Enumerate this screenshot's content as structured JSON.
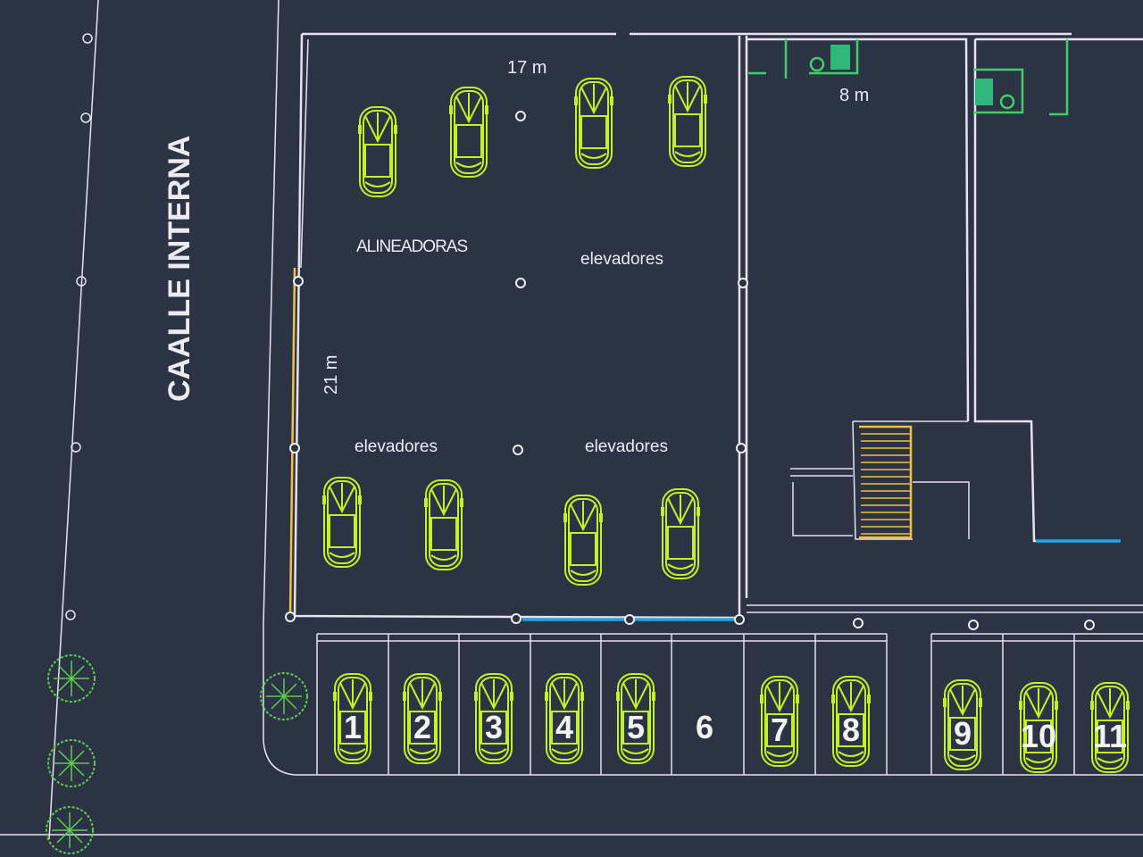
{
  "street_label": "CAALLE INTERNA",
  "dimensions": {
    "width_main": "17 m",
    "height_main": "21 m",
    "width_side": "8 m"
  },
  "areas": {
    "alineadoras": "ALINEADORAS",
    "elevadores_top": "elevadores",
    "elevadores_bottom_left": "elevadores",
    "elevadores_bottom_right": "elevadores"
  },
  "parking": {
    "spaces": [
      "1",
      "2",
      "3",
      "4",
      "5",
      "6",
      "7",
      "8",
      "9",
      "10",
      "11"
    ],
    "empty_space": "6"
  },
  "colors": {
    "background": "#2b3344",
    "walls": "#e8e2ee",
    "cars": "#c6f026",
    "doors": "#f0c040",
    "windows": "#21a6e8",
    "bathroom": "#3fd06a"
  }
}
